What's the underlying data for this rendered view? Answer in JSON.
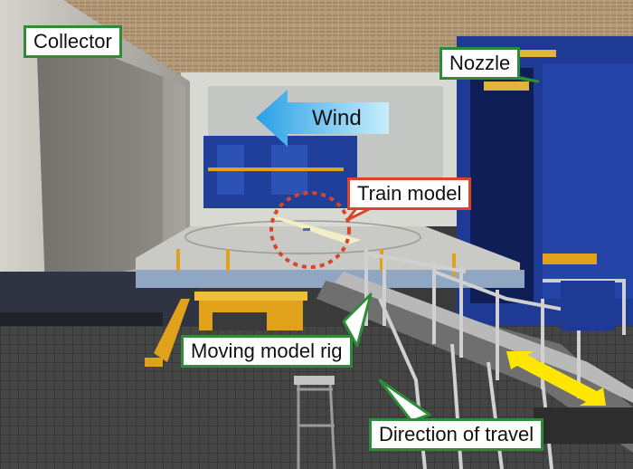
{
  "labels": {
    "collector": "Collector",
    "nozzle": "Nozzle",
    "wind": "Wind",
    "train_model": "Train model",
    "moving_model_rig": "Moving model rig",
    "direction_of_travel": "Direction of travel"
  },
  "colors": {
    "label_border": "#2e8b3a",
    "highlight_red": "#d9452b",
    "wind_arrow": "#5ec3f0",
    "travel_arrow": "#ffe600",
    "facility_blue": "#1f3f9a",
    "rig_yellow": "#e0a21a"
  },
  "icons": [
    "wind-arrow",
    "train-model-circle",
    "direction-arrow"
  ]
}
